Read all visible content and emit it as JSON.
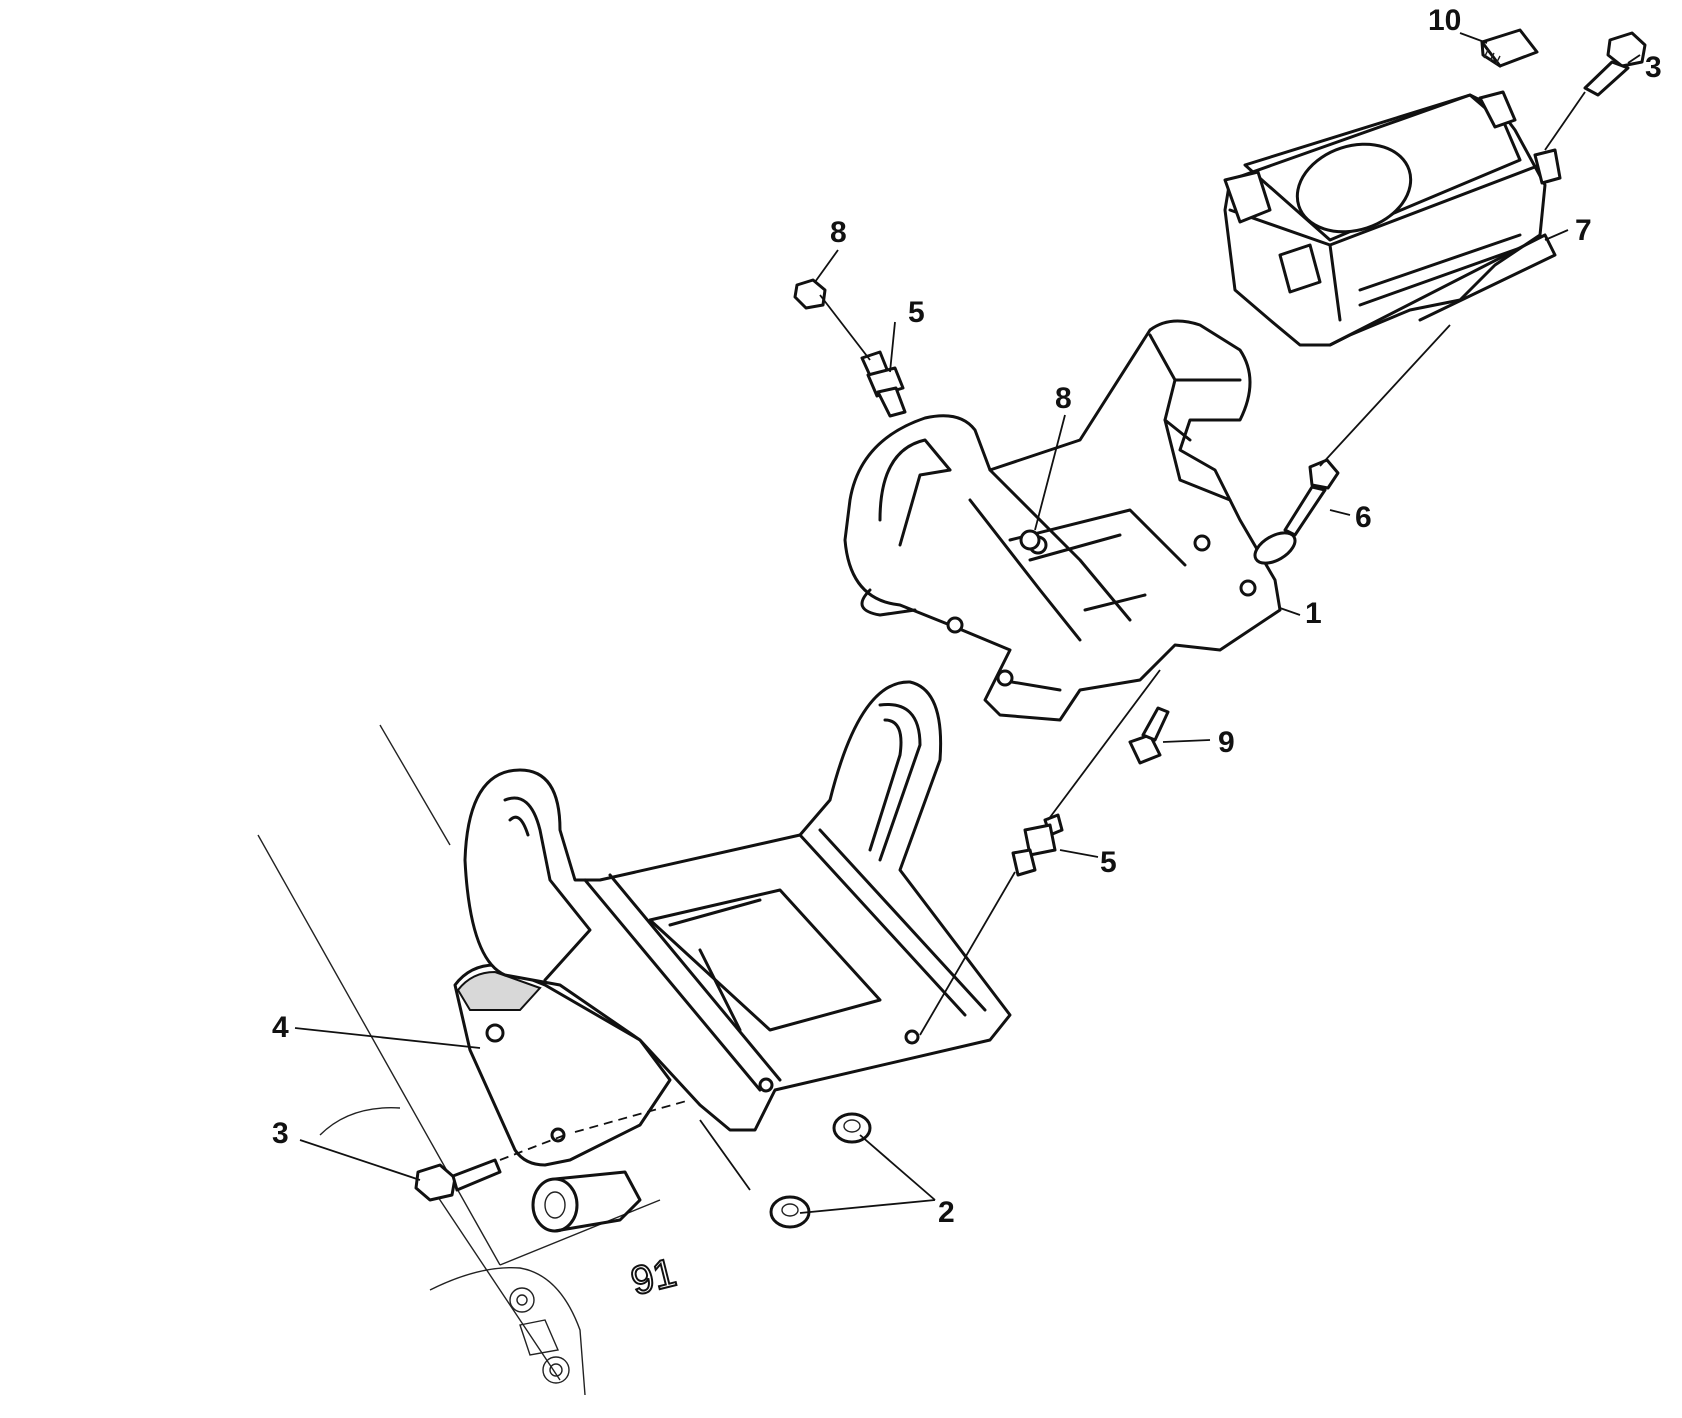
{
  "figure": {
    "background": "#ffffff",
    "line_color": "#111111"
  },
  "callouts": [
    {
      "id": "c1",
      "label": "1"
    },
    {
      "id": "c2",
      "label": "2"
    },
    {
      "id": "c3a",
      "label": "3"
    },
    {
      "id": "c3b",
      "label": "3"
    },
    {
      "id": "c4",
      "label": "4"
    },
    {
      "id": "c5a",
      "label": "5"
    },
    {
      "id": "c5b",
      "label": "5"
    },
    {
      "id": "c6",
      "label": "6"
    },
    {
      "id": "c7",
      "label": "7"
    },
    {
      "id": "c8a",
      "label": "8"
    },
    {
      "id": "c8b",
      "label": "8"
    },
    {
      "id": "c9",
      "label": "9"
    },
    {
      "id": "c10",
      "label": "10"
    }
  ],
  "stamp": {
    "text": "91"
  }
}
